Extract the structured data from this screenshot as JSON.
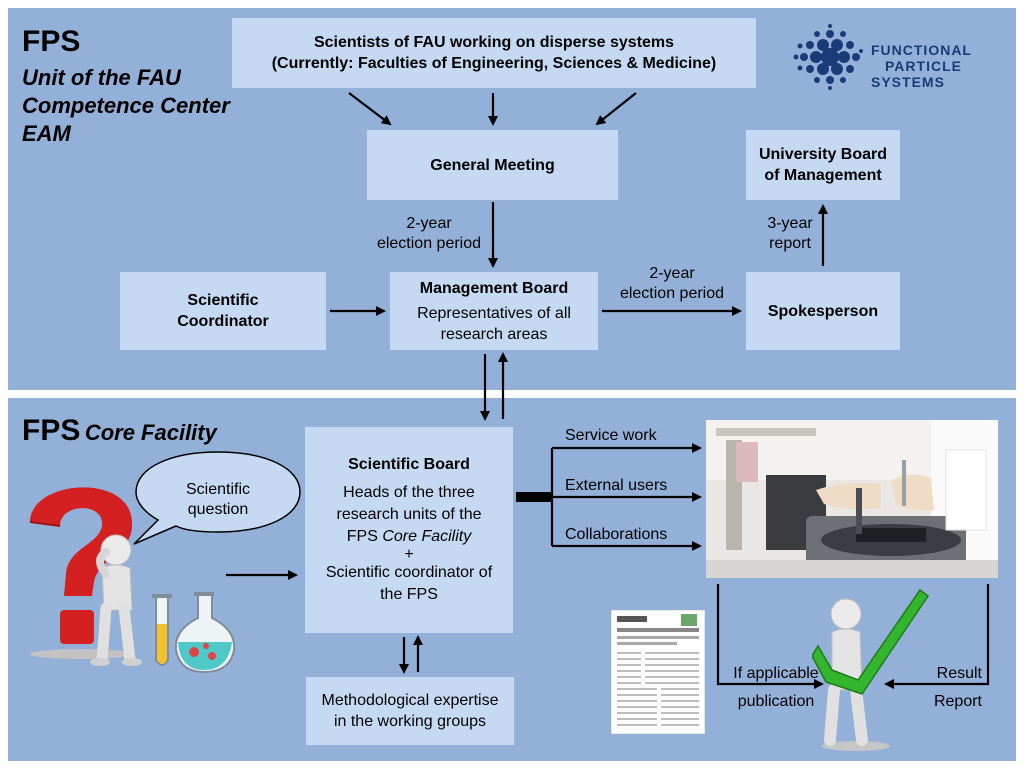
{
  "top": {
    "heading": "FPS",
    "subheading": [
      "Unit of the FAU",
      "Competence Center",
      "EAM"
    ],
    "scientists_box": [
      "Scientists of FAU working on disperse systems",
      "(Currently: Faculties of Engineering, Sciences & Medicine)"
    ],
    "general_meeting": "General Meeting",
    "university_board": [
      "University Board",
      "of Management"
    ],
    "election_left": [
      "2-year",
      "election period"
    ],
    "report_3year": [
      "3-year",
      "report"
    ],
    "scientific_coordinator": [
      "Scientific",
      "Coordinator"
    ],
    "management_board": {
      "title": "Management Board",
      "body": [
        "Representatives of all",
        "research areas"
      ]
    },
    "election_right": [
      "2-year",
      "election period"
    ],
    "spokesperson": "Spokesperson"
  },
  "logo": {
    "lines": [
      "FUNCTIONAL",
      "PARTICLE",
      "SYSTEMS"
    ],
    "color": "#1b3a78"
  },
  "bottom": {
    "heading": "FPS",
    "subheading": "Core Facility",
    "speech_bubble": [
      "Scientific",
      "question"
    ],
    "scientific_board": {
      "title": "Scientific Board",
      "body": [
        "Heads of the three",
        "research units of the",
        "FPS "
      ],
      "body_italic": "Core Facility",
      "plus": "+",
      "body2": [
        "Scientific coordinator of",
        "the FPS"
      ]
    },
    "services": [
      "Service work",
      "External users",
      "Collaborations"
    ],
    "methodological": [
      "Methodological expertise",
      "in the working groups"
    ],
    "publication": [
      "If applicable",
      "publication"
    ],
    "result": [
      "Result",
      "Report"
    ]
  },
  "colors": {
    "panel": "#93b1d8",
    "box": "#c5daf2",
    "question_mark": "#d42020",
    "check": "#33b52d",
    "logo": "#1b3a78"
  }
}
